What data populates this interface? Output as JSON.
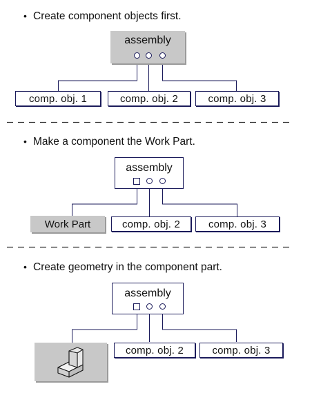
{
  "steps": [
    {
      "bullet": "Create component objects first.",
      "assembly_label": "assembly",
      "children": [
        "comp. obj. 1",
        "comp. obj. 2",
        "comp. obj. 3"
      ]
    },
    {
      "bullet": "Make a component the Work Part.",
      "assembly_label": "assembly",
      "children": [
        "Work Part",
        "comp. obj. 2",
        "comp. obj. 3"
      ]
    },
    {
      "bullet": "Create geometry in the component part.",
      "assembly_label": "assembly",
      "children": [
        "comp. obj. 2",
        "comp. obj. 3"
      ]
    }
  ],
  "colors": {
    "line": "#1a1a5a",
    "gray_fill": "#c8c8c8",
    "separator": "#333333"
  }
}
